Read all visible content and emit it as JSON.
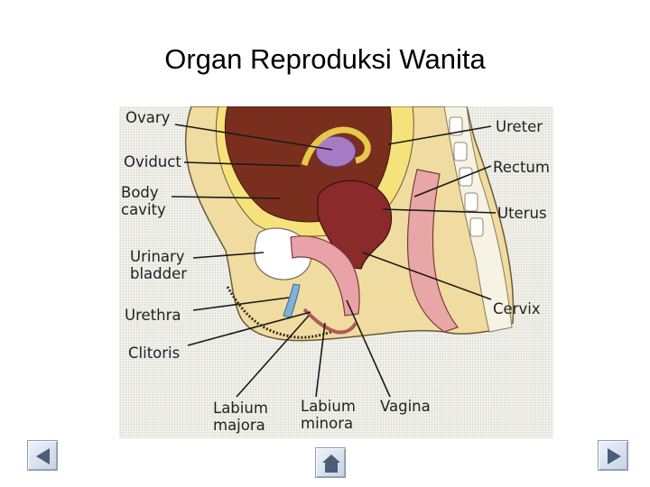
{
  "slide": {
    "title": "Organ Reproduksi Wanita"
  },
  "diagram": {
    "labels": {
      "ovary": "Ovary",
      "oviduct": "Oviduct",
      "body_cavity": "Body\ncavity",
      "urinary_bladder": "Urinary\nbladder",
      "urethra": "Urethra",
      "clitoris": "Clitoris",
      "labium_majora": "Labium\nmajora",
      "labium_minora": "Labium\nminora",
      "vagina": "Vagina",
      "ureter": "Ureter",
      "rectum": "Rectum",
      "uterus": "Uterus",
      "cervix": "Cervix"
    }
  },
  "nav": {
    "prev_icon": "triangle-left-icon",
    "home_icon": "home-icon",
    "next_icon": "triangle-right-icon"
  }
}
